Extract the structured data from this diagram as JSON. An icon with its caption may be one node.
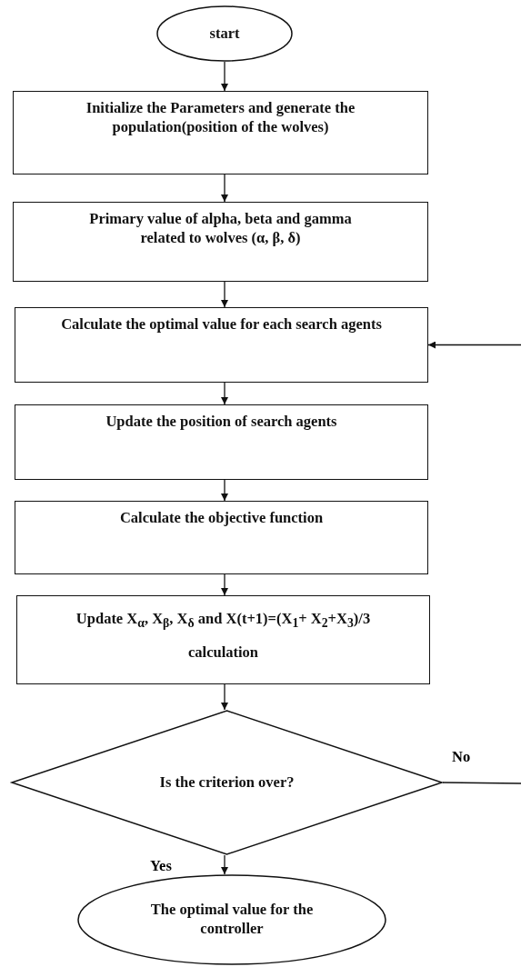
{
  "diagram": {
    "nodes": [
      {
        "text": [
          "start"
        ]
      },
      {
        "text": [
          "Initialize the Parameters and generate the population(position of the wolves)"
        ]
      },
      {
        "text": [
          "Primary value of alpha, beta and gamma related to wolves (α, β, δ)"
        ]
      },
      {
        "text": [
          "Calculate the optimal value for each search agents"
        ]
      },
      {
        "text": [
          "Update the position of search agents"
        ]
      },
      {
        "text": [
          "Calculate the objective function"
        ]
      },
      {
        "text": [
          "Update X$_{α}$, X$_{β}$, X$_{δ}$ and X(t+1)=(X$_{1}$+ X$_{2}$+X$_{3}$)/3 calculation"
        ]
      },
      {
        "text": [
          "Is the criterion over?"
        ]
      },
      {
        "text": [
          "The optimal value for the controller"
        ]
      }
    ],
    "edges": [
      {
        "from": 0,
        "to": 1,
        "arrow": "to"
      },
      {
        "from": 1,
        "to": 2,
        "arrow": "to"
      },
      {
        "from": 2,
        "to": 3,
        "arrow": "to"
      },
      {
        "from": 3,
        "to": 4,
        "arrow": "to"
      },
      {
        "from": 4,
        "to": 5,
        "arrow": "to"
      },
      {
        "from": 5,
        "to": 6,
        "arrow": "to"
      },
      {
        "from": 6,
        "to": 7,
        "arrow": "to"
      },
      {
        "from": 7,
        "to": 8,
        "arrow": "to",
        "label": "Yes"
      },
      {
        "from": 7,
        "to": null,
        "arrow": "none",
        "label": "No"
      },
      {
        "from": null,
        "to": 3,
        "arrow": "to"
      }
    ]
  }
}
